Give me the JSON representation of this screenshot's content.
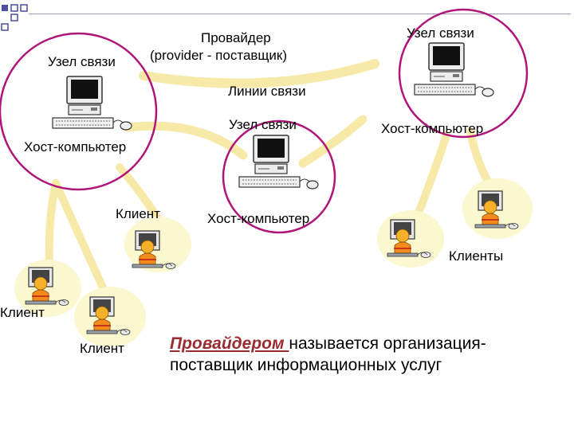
{
  "labels": {
    "provider_title": "Провайдер",
    "provider_sub": "(provider - поставщик)",
    "node_left": "Узел связи",
    "node_right": "Узел связи",
    "node_center": "Узел связи",
    "lines": "Линии связи",
    "host_left": "Хост-компьютер",
    "host_right": "Хост-компьютер",
    "host_center": "Хост-компьютер",
    "client_center": "Клиент",
    "client_left_top": "Клиент",
    "client_left_bottom": "Клиент",
    "clients_right": "Клиенты"
  },
  "definition": {
    "term": "Провайдером ",
    "rest": "называется организация-поставщик информационных услуг"
  },
  "colors": {
    "accent_squares": "#4b4fa3",
    "link_lines": "#f7e9a8",
    "node_circle": "#b0157a",
    "client_blob": "#fbf7cf",
    "term": "#9a2b30"
  },
  "icons": {
    "node": "desktop-computer-icon",
    "client": "person-at-computer-icon"
  }
}
